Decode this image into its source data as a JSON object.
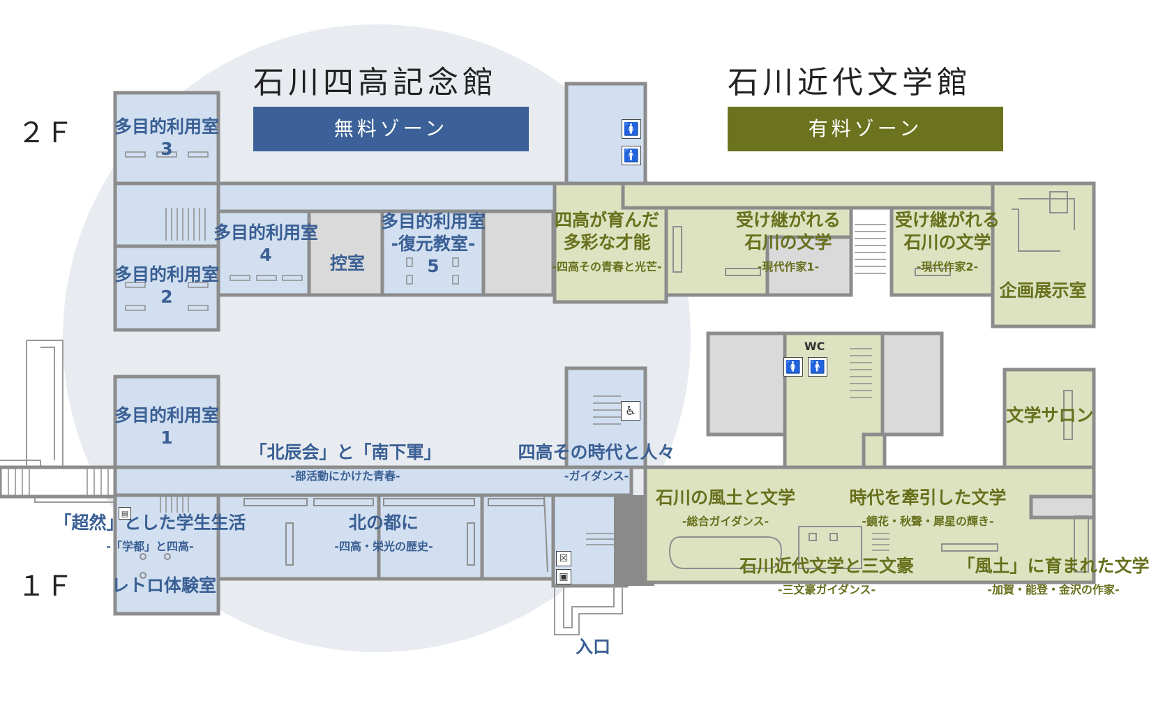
{
  "titles": {
    "shiko": "石川四高記念館",
    "bungaku": "石川近代文学館"
  },
  "zones": {
    "free": {
      "label": "無料ゾーン",
      "color": "#3b6198"
    },
    "paid": {
      "label": "有料ゾーン",
      "color": "#6b731e"
    }
  },
  "floors": {
    "second": "２Ｆ",
    "first": "１Ｆ"
  },
  "colors": {
    "free_room": "#d1dff0",
    "paid_room": "#dde3c1",
    "gray_room": "#dadada",
    "wall": "#8c8c8c",
    "circle": "#e8ebf0",
    "entrance_block": "#8a8a8a"
  },
  "rooms_2f": {
    "room3": {
      "name": "多目的利用室",
      "num": "3"
    },
    "room4": {
      "name": "多目的利用室",
      "num": "4"
    },
    "room2": {
      "name": "多目的利用室",
      "num": "2"
    },
    "hikae": {
      "name": "控室"
    },
    "room5": {
      "line1": "多目的利用室",
      "line2": "-復元教室-",
      "num": "5"
    },
    "talent": {
      "line1": "四高が育んだ",
      "line2": "多彩な才能",
      "sub": "-四高その青春と光芒-"
    },
    "lit1": {
      "line1": "受け継がれる",
      "line2": "石川の文学",
      "sub": "-現代作家1-"
    },
    "lit2": {
      "line1": "受け継がれる",
      "line2": "石川の文学",
      "sub": "-現代作家2-"
    },
    "kikaku": {
      "name": "企画展示室"
    }
  },
  "rooms_1f": {
    "room1": {
      "name": "多目的利用室",
      "num": "1"
    },
    "hokushin": {
      "name": "「北辰会」と「南下軍」",
      "sub": "-部活動にかけた青春-"
    },
    "era": {
      "name": "四高その時代と人々",
      "sub": "-ガイダンス-"
    },
    "chozen": {
      "name": "「超然」とした学生生活",
      "sub": "-「学都」と四高-"
    },
    "kitanomiyako": {
      "name": "北の都に",
      "sub": "-四高・栄光の歴史-"
    },
    "retro": {
      "name": "レトロ体験室"
    },
    "salon": {
      "name": "文学サロン"
    },
    "fudo": {
      "name": "石川の風土と文学",
      "sub": "-総合ガイダンス-"
    },
    "jidai": {
      "name": "時代を牽引した文学",
      "sub": "-鏡花・秋聲・犀星の輝き-"
    },
    "sanbungo": {
      "name": "石川近代文学と三文豪",
      "sub": "-三文豪ガイダンス-"
    },
    "fudo_born": {
      "name": "「風土」に育まれた文学",
      "sub": "-加賀・能登・金沢の作家-"
    },
    "entrance": {
      "name": "入口"
    }
  },
  "wc_label": "WC",
  "icons": [
    "female-restroom-icon",
    "male-restroom-icon",
    "wheelchair-icon",
    "elevator-icon",
    "locker-icon"
  ]
}
